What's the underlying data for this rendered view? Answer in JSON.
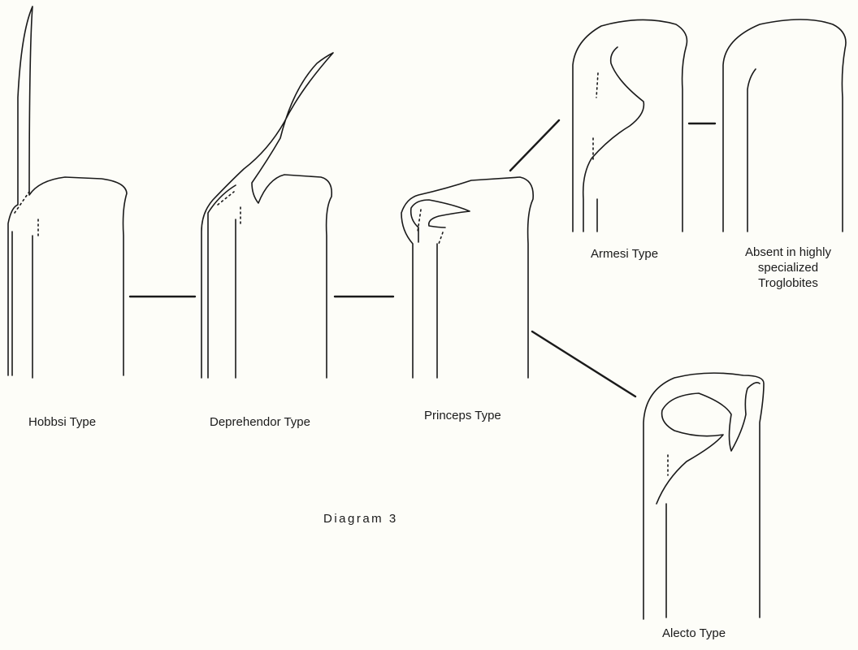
{
  "labels": {
    "hobbsi": "Hobbsi Type",
    "deprehendor": "Deprehendor Type",
    "princeps": "Princeps Type",
    "armesi": "Armesi Type",
    "absent": [
      "Absent in highly",
      "specialized",
      "Troglobites"
    ],
    "alecto": "Alecto Type"
  },
  "caption": "Diagram 3"
}
